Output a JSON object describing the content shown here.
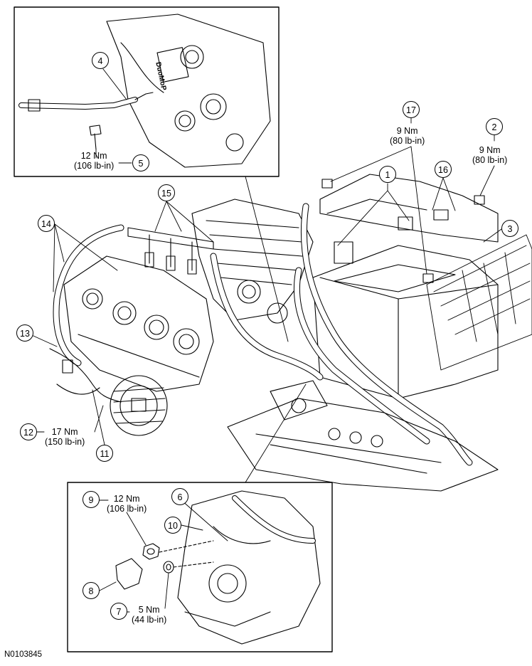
{
  "figure_id": "N0103845",
  "callouts": {
    "c1": "1",
    "c2": "2",
    "c3": "3",
    "c4": "4",
    "c5": "5",
    "c6": "6",
    "c7": "7",
    "c8": "8",
    "c9": "9",
    "c10": "10",
    "c11": "11",
    "c12": "12",
    "c13": "13",
    "c14": "14",
    "c15": "15",
    "c16": "16",
    "c17": "17"
  },
  "torques": {
    "t5_nm": "12 Nm",
    "t5_lb": "(106 lb-in)",
    "t17_nm": "9 Nm",
    "t17_lb": "(80 lb-in)",
    "t2_nm": "9 Nm",
    "t2_lb": "(80 lb-in)",
    "t12_nm": "17 Nm",
    "t12_lb": "(150 lb-in)",
    "t9_nm": "12 Nm",
    "t9_lb": "(106 lb-in)",
    "t7_nm": "5 Nm",
    "t7_lb": "(44 lb-in)"
  },
  "part_text": {
    "manifold_marking": "DuoMoP"
  }
}
